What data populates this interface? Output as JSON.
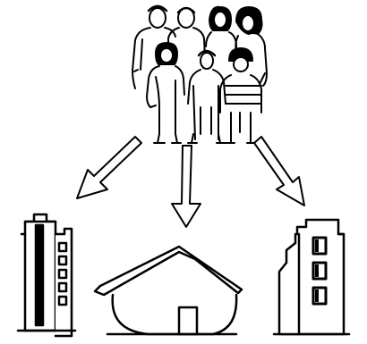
{
  "colors": {
    "ink": "#000000",
    "paper": "#ffffff"
  },
  "diagram": {
    "nodes": [
      {
        "id": "group",
        "icon": "group-of-people-icon"
      },
      {
        "id": "apartment",
        "icon": "apartment-tower-icon"
      },
      {
        "id": "house",
        "icon": "house-icon"
      },
      {
        "id": "building",
        "icon": "office-building-icon"
      }
    ],
    "edges": [
      {
        "from": "group",
        "to": "apartment",
        "style": "outline-arrow"
      },
      {
        "from": "group",
        "to": "house",
        "style": "outline-arrow"
      },
      {
        "from": "group",
        "to": "building",
        "style": "outline-arrow"
      }
    ]
  }
}
